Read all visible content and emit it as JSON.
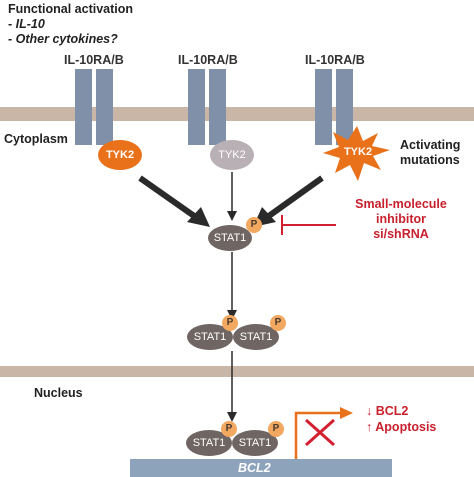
{
  "activation": {
    "title": "Functional activation",
    "items": [
      "- IL-10",
      "- Other cytokines?"
    ]
  },
  "receptors": [
    "IL-10RA/B",
    "IL-10RA/B",
    "IL-10RA/B"
  ],
  "tyk2": [
    "TYK2",
    "TYK2",
    "TYK2"
  ],
  "compartments": {
    "cytoplasm": "Cytoplasm",
    "nucleus": "Nucleus"
  },
  "activating": [
    "Activating",
    "mutations"
  ],
  "inhibitor": [
    "Small-molecule",
    "inhibitor",
    "si/shRNA"
  ],
  "stat": {
    "monomer": "STAT1",
    "p": "P"
  },
  "outcomes": {
    "bcl2_down": {
      "arrow": "↓",
      "text": "BCL2"
    },
    "apoptosis_up": {
      "arrow": "↑",
      "text": "Apoptosis"
    }
  },
  "gene": "BCL2",
  "colors": {
    "membrane": "#c9b6a6",
    "receptor": "#8090a8",
    "tyk2_active": "#e8711a",
    "tyk2_inactive": "#b8b0b4",
    "stat": "#6f6563",
    "phospho": "#f3a860",
    "dna": "#8da3bb",
    "inhibition": "#d22030",
    "transcription": "#e8711a"
  }
}
